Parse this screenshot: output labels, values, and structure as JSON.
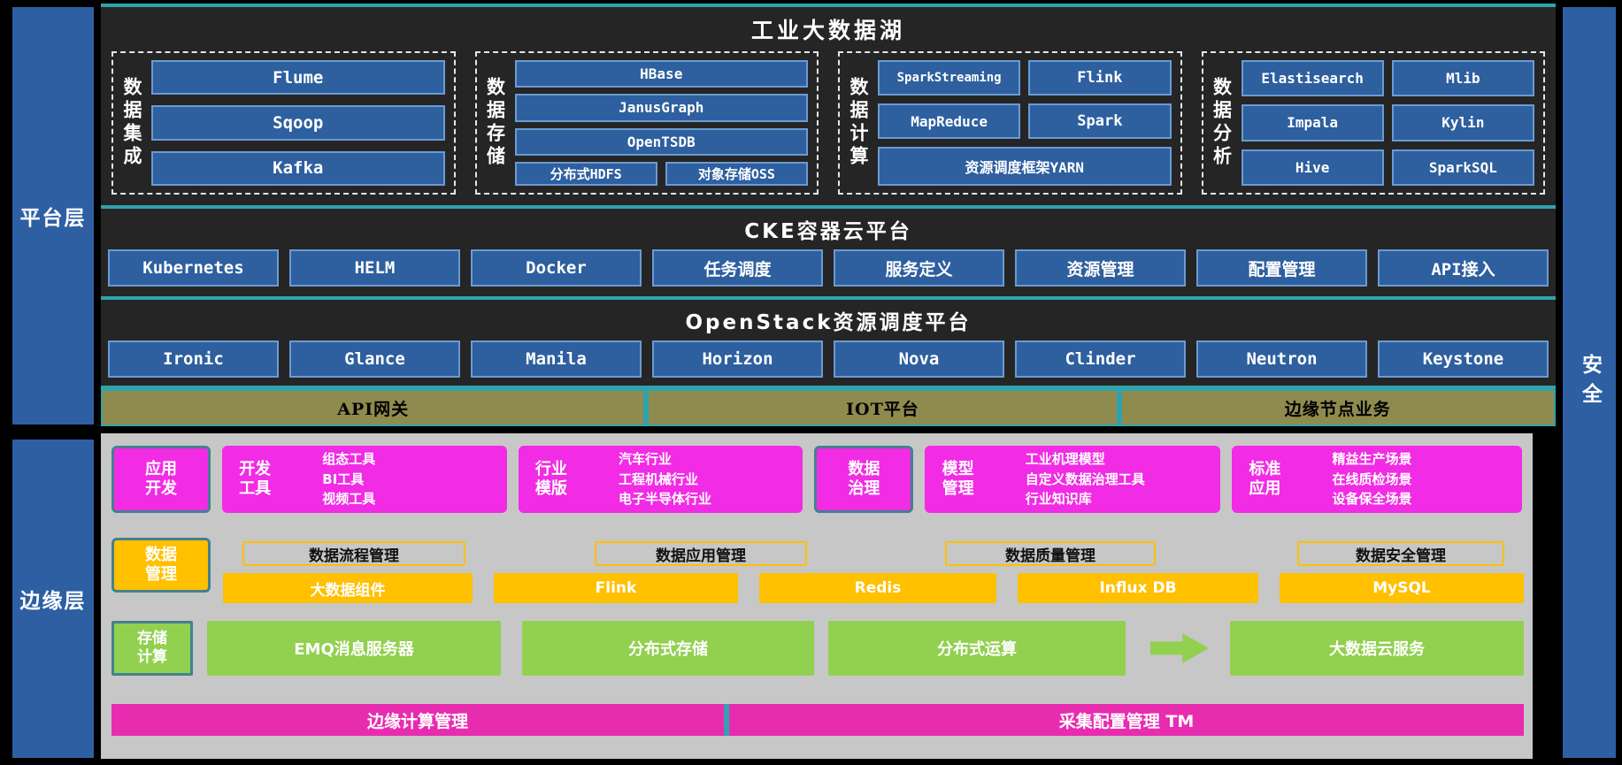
{
  "colors": {
    "teal_accent": "#2fa3ad",
    "panel_dark": "#252525",
    "blue_box": "#2e5f9f",
    "blue_box_border": "#6b9bd2",
    "layer_blue": "#2e5fa3",
    "olive": "#8f8b4f",
    "gray_panel": "#c7c7c7",
    "magenta": "#f12ce4",
    "magenta_bar": "#e82cb0",
    "orange": "#ffc000",
    "green": "#92d050",
    "label_border_teal": "#44808f"
  },
  "layers": {
    "platform": "平台层",
    "edge": "边缘层",
    "security": "安全"
  },
  "data_lake": {
    "title": "工业大数据湖",
    "groups": [
      {
        "label": "数据集成",
        "items": [
          "Flume",
          "Sqoop",
          "Kafka"
        ]
      },
      {
        "label": "数据存储",
        "items": [
          "HBase",
          "JanusGraph",
          "OpenTSDB",
          "分布式HDFS",
          "对象存储OSS"
        ]
      },
      {
        "label": "数据计算",
        "items": [
          "SparkStreaming",
          "Flink",
          "MapReduce",
          "Spark",
          "资源调度框架YARN"
        ]
      },
      {
        "label": "数据分析",
        "items": [
          "Elastisearch",
          "Mlib",
          "Impala",
          "Kylin",
          "Hive",
          "SparkSQL"
        ]
      }
    ]
  },
  "cke": {
    "title": "CKE容器云平台",
    "items": [
      "Kubernetes",
      "HELM",
      "Docker",
      "任务调度",
      "服务定义",
      "资源管理",
      "配置管理",
      "API接入"
    ]
  },
  "openstack": {
    "title": "OpenStack资源调度平台",
    "items": [
      "Ironic",
      "Glance",
      "Manila",
      "Horizon",
      "Nova",
      "Clinder",
      "Neutron",
      "Keystone"
    ]
  },
  "gateway": {
    "items": [
      "API网关",
      "IOT平台",
      "边缘节点业务"
    ]
  },
  "edge_layer": {
    "app_row": {
      "app_dev": "应用开发",
      "governance": "数据治理",
      "groups": [
        {
          "label": "开发工具",
          "lines": [
            "组态工具",
            "BI工具",
            "视频工具"
          ]
        },
        {
          "label": "行业模版",
          "lines": [
            "汽车行业",
            "工程机械行业",
            "电子半导体行业"
          ]
        },
        {
          "label": "模型管理",
          "lines": [
            "工业机理模型",
            "自定义数据治理工具",
            "行业知识库"
          ]
        },
        {
          "label": "标准应用",
          "lines": [
            "精益生产场景",
            "在线质检场景",
            "设备保全场景"
          ]
        }
      ]
    },
    "data_row": {
      "label": "数据管理",
      "outline_items": [
        "数据流程管理",
        "数据应用管理",
        "数据质量管理",
        "数据安全管理"
      ],
      "filled_items": [
        "大数据组件",
        "Flink",
        "Redis",
        "Influx DB",
        "MySQL"
      ]
    },
    "compute_row": {
      "label": "存储计算",
      "items": [
        "EMQ消息服务器",
        "分布式存储",
        "分布式运算",
        "大数据云服务"
      ]
    },
    "bottom_bars": [
      "边缘计算管理",
      "采集配置管理 TM"
    ]
  }
}
